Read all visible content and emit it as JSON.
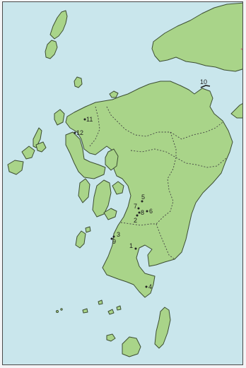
{
  "map": {
    "colors": {
      "sea": "#c9e6ec",
      "land": "#a9d489",
      "coastline": "#3c4e32",
      "boundary": "#444444",
      "marker": "#222222",
      "frame": "#4a4a4a"
    },
    "sites": [
      {
        "id": "site-1",
        "label": "1"
      },
      {
        "id": "site-2",
        "label": "2"
      },
      {
        "id": "site-3",
        "label": "3"
      },
      {
        "id": "site-4",
        "label": "4"
      },
      {
        "id": "site-5",
        "label": "5"
      },
      {
        "id": "site-6",
        "label": "6"
      },
      {
        "id": "site-7",
        "label": "7"
      },
      {
        "id": "site-8",
        "label": "8"
      },
      {
        "id": "site-9",
        "label": "9"
      },
      {
        "id": "site-10",
        "label": "10"
      },
      {
        "id": "site-11",
        "label": "11"
      },
      {
        "id": "site-12",
        "label": "12"
      }
    ]
  }
}
